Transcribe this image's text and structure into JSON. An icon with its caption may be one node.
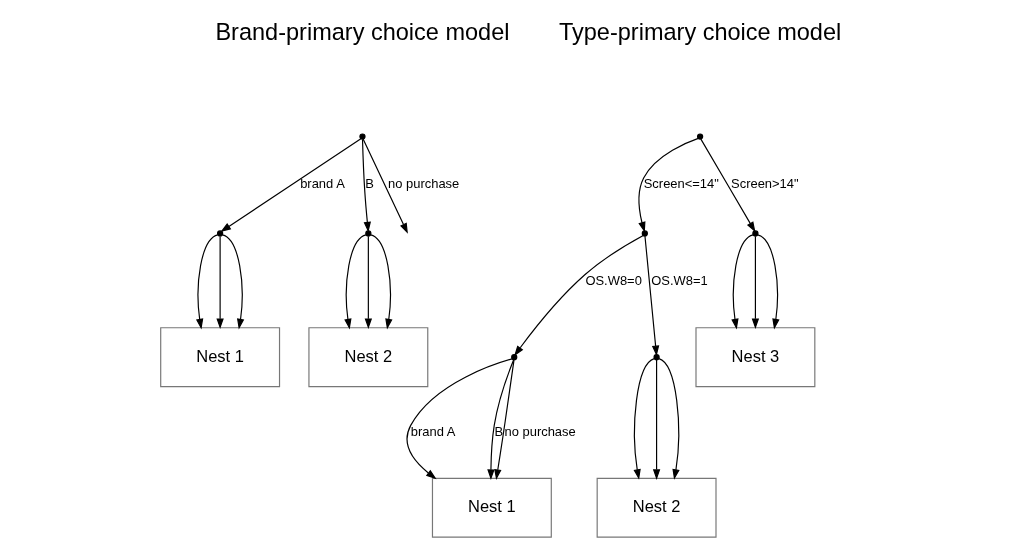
{
  "diagram": {
    "nodes": [
      {
        "text": [],
        "shape": "point"
      },
      {
        "text": [],
        "shape": "point"
      },
      {
        "text": [],
        "shape": "point"
      },
      {
        "text": [
          "Nest 1"
        ]
      },
      {
        "text": [
          "Nest 2"
        ]
      },
      {
        "text": [],
        "shape": "point"
      },
      {
        "text": [],
        "shape": "point"
      },
      {
        "text": [],
        "shape": "point"
      },
      {
        "text": [],
        "shape": "point"
      },
      {
        "text": [],
        "shape": "point"
      },
      {
        "text": [
          "Nest 1"
        ]
      },
      {
        "text": [
          "Nest 2"
        ]
      },
      {
        "text": [
          "Nest 3"
        ]
      }
    ],
    "edges": [
      {
        "from": 0,
        "to": 1,
        "arrow": "to",
        "label": "brand A"
      },
      {
        "from": 0,
        "to": 2,
        "arrow": "to",
        "label": "B"
      },
      {
        "from": 0,
        "to": null,
        "arrow": "to",
        "label": "no purchase"
      },
      {
        "from": 1,
        "to": 3,
        "arrow": "to"
      },
      {
        "from": 1,
        "to": 3,
        "arrow": "to"
      },
      {
        "from": 1,
        "to": 3,
        "arrow": "to"
      },
      {
        "from": 2,
        "to": 4,
        "arrow": "to"
      },
      {
        "from": 2,
        "to": 4,
        "arrow": "to"
      },
      {
        "from": 2,
        "to": 4,
        "arrow": "to"
      },
      {
        "from": 5,
        "to": 6,
        "arrow": "to",
        "label": "Screen<=14\""
      },
      {
        "from": 5,
        "to": 7,
        "arrow": "to",
        "label": "Screen>14\""
      },
      {
        "from": 6,
        "to": 8,
        "arrow": "to",
        "label": "OS.W8=0"
      },
      {
        "from": 6,
        "to": 9,
        "arrow": "to",
        "label": "OS.W8=1"
      },
      {
        "from": 8,
        "to": 10,
        "arrow": "to",
        "label": "brand A"
      },
      {
        "from": 8,
        "to": 10,
        "arrow": "to",
        "label": "B"
      },
      {
        "from": 8,
        "to": 10,
        "arrow": "to",
        "label": "no purchase"
      },
      {
        "from": 9,
        "to": 11,
        "arrow": "to"
      },
      {
        "from": 9,
        "to": 11,
        "arrow": "to"
      },
      {
        "from": 9,
        "to": 11,
        "arrow": "to"
      },
      {
        "from": 7,
        "to": 12,
        "arrow": "to"
      },
      {
        "from": 7,
        "to": 12,
        "arrow": "to"
      },
      {
        "from": 7,
        "to": 12,
        "arrow": "to"
      }
    ],
    "labels": [
      "Brand-primary choice model",
      "Type-primary choice model"
    ]
  }
}
